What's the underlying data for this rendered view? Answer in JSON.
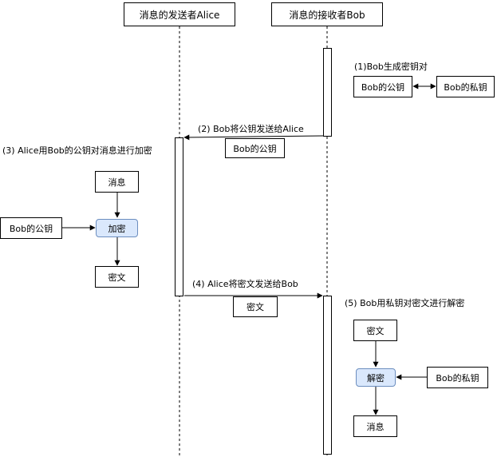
{
  "participants": {
    "alice": "消息的发送者Alice",
    "bob": "消息的接收者Bob"
  },
  "steps": {
    "s1": "(1)Bob生成密钥对",
    "s2": "(2) Bob将公钥发送给Alice",
    "s3": "(3) Alice用Bob的公钥对消息进行加密",
    "s4": "(4) Alice将密文发送给Bob",
    "s5": "(5) Bob用私钥对密文进行解密"
  },
  "boxes": {
    "bob_pubkey": "Bob的公钥",
    "bob_privkey": "Bob的私钥",
    "message": "消息",
    "encrypt": "加密",
    "ciphertext": "密文",
    "decrypt": "解密"
  },
  "colors": {
    "line": "#000000",
    "process_fill": "#dae8fc",
    "process_border": "#6c8ebf"
  }
}
